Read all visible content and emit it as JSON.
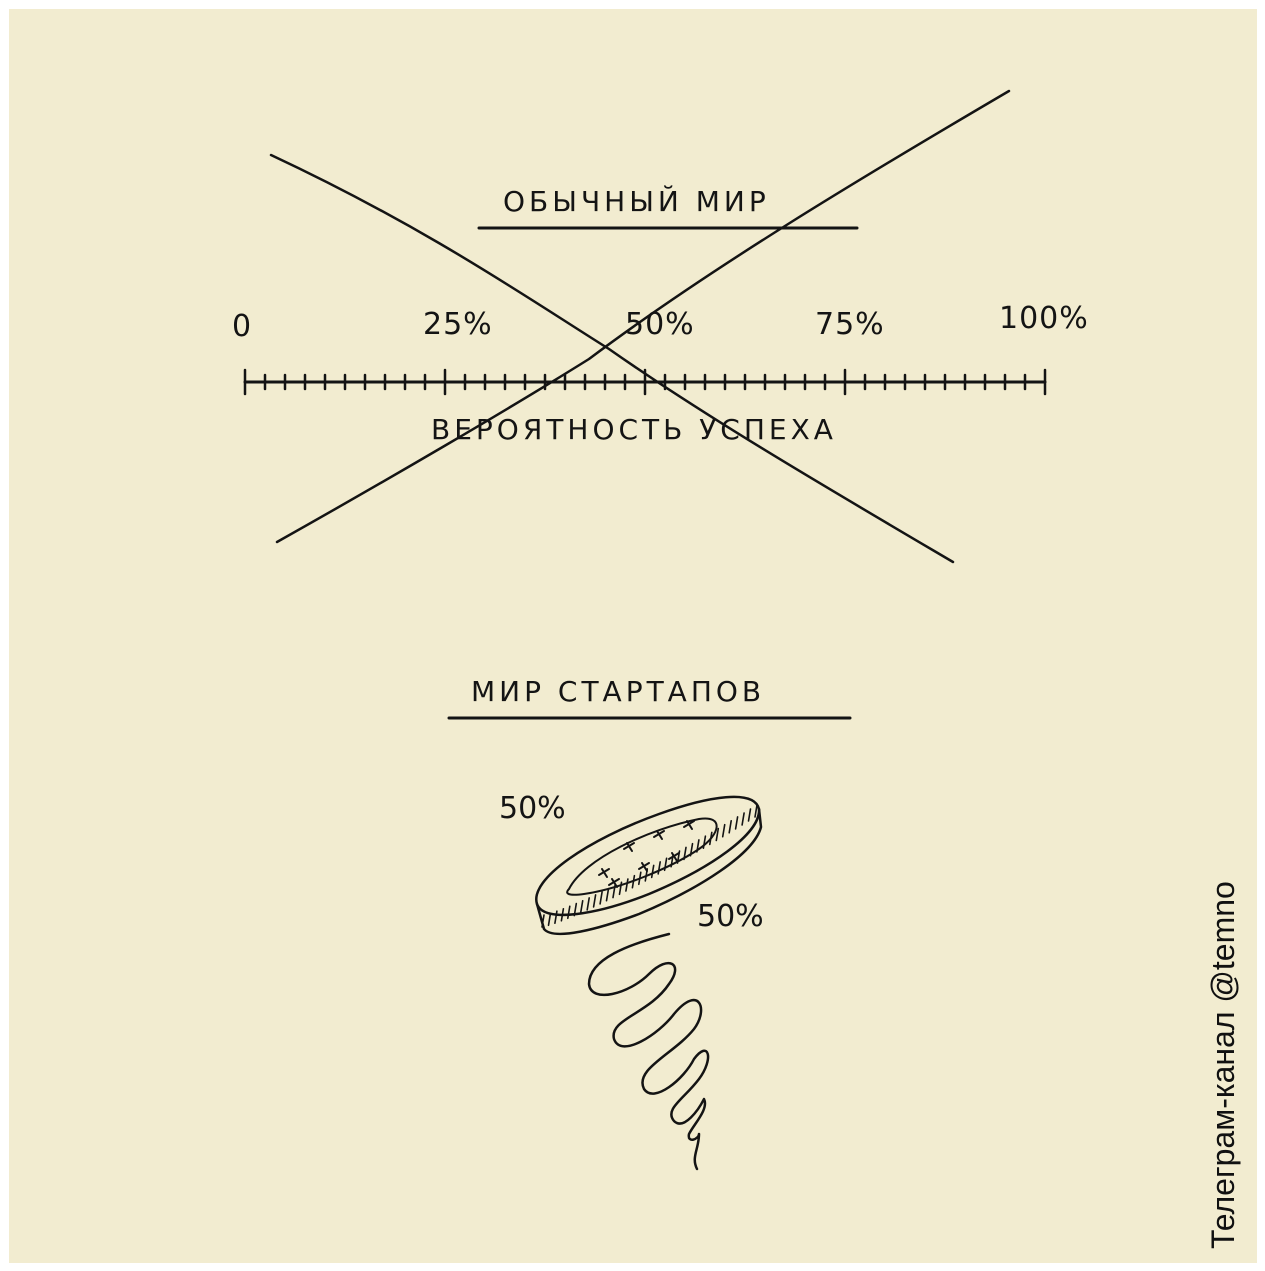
{
  "panel_top": {
    "title": "ОБЫЧНЫЙ МИР",
    "scale_labels": [
      "0",
      "25%",
      "50%",
      "75%",
      "100%"
    ],
    "axis_label": "ВЕРОЯТНОСТЬ УСПЕХА",
    "crossed_out": true
  },
  "panel_bottom": {
    "title": "МИР СТАРТАПОВ",
    "coin_label_top": "50%",
    "coin_label_bottom": "50%"
  },
  "credit": "Телеграм-канал @temno",
  "colors": {
    "background": "#f2ecd0",
    "ink": "#141414"
  }
}
